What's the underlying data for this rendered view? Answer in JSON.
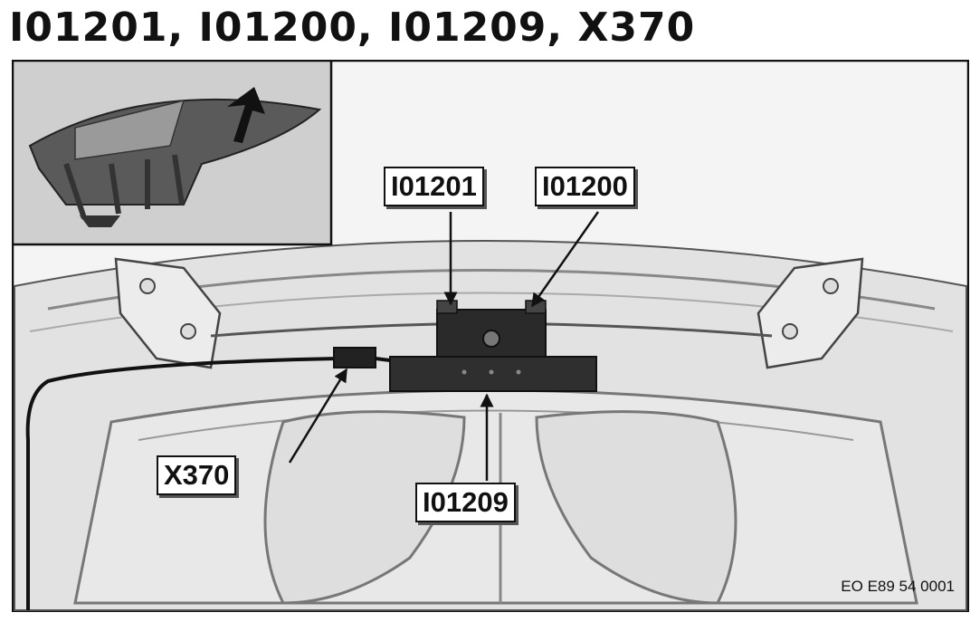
{
  "title": "I01201, I01200, I01209, X370",
  "callouts": {
    "c1": "I01201",
    "c2": "I01200",
    "c3": "I01209",
    "c4": "X370"
  },
  "figure_code": "EO E89 54 0001"
}
